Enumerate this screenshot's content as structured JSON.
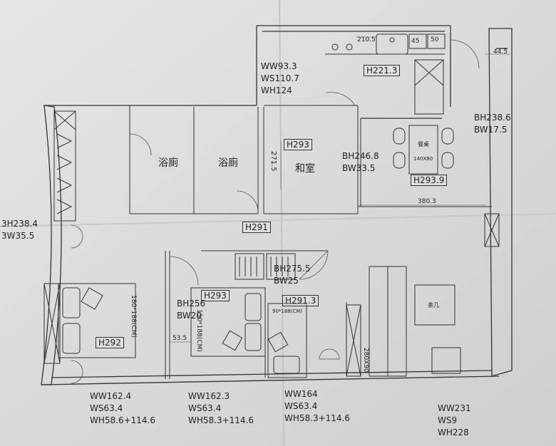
{
  "room_labels": {
    "bath_left": "浴廁",
    "bath_right": "浴廁",
    "tatami": "和室"
  },
  "height_tags": {
    "kitchen": "H221.3",
    "tatami": "H293",
    "hall": "H291",
    "dining": "H293.9",
    "bedroom_mid": "H293",
    "bedroom_right": "H291.3",
    "bedroom_left": "H292"
  },
  "dimensions": {
    "d210_5": "210.5",
    "d45": "45",
    "d50": "50",
    "d44_5": "44.5",
    "d271_5": "271.5",
    "d380_3": "380.3",
    "d53_5": "53.5"
  },
  "beam_notes": {
    "right_wall": [
      "BH238.6",
      "BW17.5"
    ],
    "left_wall": [
      "3H238.4",
      "3W35.5"
    ],
    "tatami": [
      "BH246.8",
      "BW33.5"
    ],
    "bedroom_mid": [
      "BH256",
      "BW20"
    ],
    "bedroom_right": [
      "BH275.5",
      "BW25"
    ]
  },
  "window_notes": {
    "top": [
      "WW93.3",
      "WS110.7",
      "WH124"
    ],
    "bottom_1": [
      "WW162.4",
      "WS63.4",
      "WH58.6+114.6"
    ],
    "bottom_2": [
      "WW162.3",
      "WS63.4",
      "WH58.3+114.6"
    ],
    "bottom_3": [
      "WW164",
      "WS63.4",
      "WH58.3+114.6"
    ],
    "bottom_4": [
      "WW231",
      "WS9",
      "WH228"
    ]
  },
  "furniture_labels": {
    "dining_table_name": "餐桌",
    "dining_table_size": "140X80",
    "coffee_table": "茶几",
    "bed_left": "180*188(CM)",
    "bed_mid": "150*188(CM)",
    "bed_right": "90*188(CM)",
    "sofa": "280X90"
  }
}
